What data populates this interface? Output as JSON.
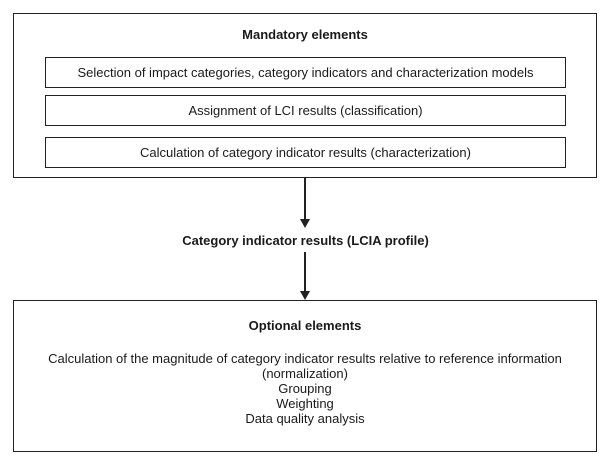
{
  "mandatory": {
    "title": "Mandatory elements",
    "steps": [
      "Selection of impact categories, category indicators and characterization models",
      "Assignment of LCI results (classification)",
      "Calculation of category indicator results (characterization)"
    ]
  },
  "middle_label": "Category indicator results (LCIA profile)",
  "optional": {
    "title": "Optional elements",
    "items": [
      "Calculation of the magnitude of category indicator results relative to reference information",
      "(normalization)",
      "Grouping",
      "Weighting",
      "Data quality analysis"
    ]
  }
}
